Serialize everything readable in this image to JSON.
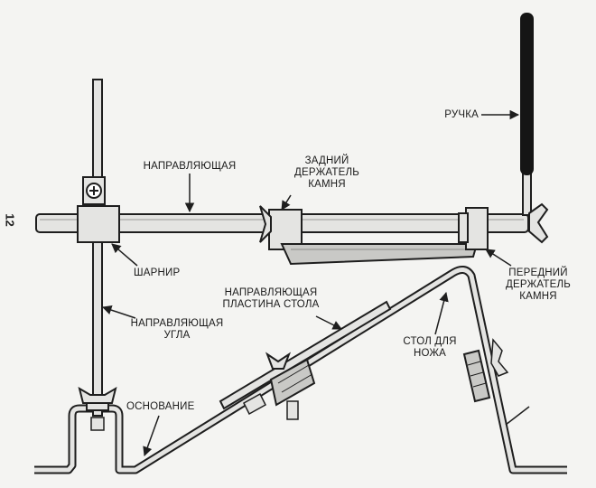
{
  "page_number": "12",
  "labels": {
    "handle": "РУЧКА",
    "guide": "НАПРАВЛЯЮЩАЯ",
    "rear_holder": [
      "ЗАДНИЙ",
      "ДЕРЖАТЕЛЬ",
      "КАМНЯ"
    ],
    "hinge": "ШАРНИР",
    "table_guide_plate": [
      "НАПРАВЛЯЮЩАЯ",
      "ПЛАСТИНА СТОЛА"
    ],
    "front_holder": [
      "ПЕРЕДНИЙ",
      "ДЕРЖАТЕЛЬ",
      "КАМНЯ"
    ],
    "angle_guide": [
      "НАПРАВЛЯЮЩАЯ",
      "УГЛА"
    ],
    "knife_table": [
      "СТОЛ ДЛЯ",
      "НОЖА"
    ],
    "base": "ОСНОВАНИЕ"
  },
  "colors": {
    "line": "#1e1e1e",
    "metal": "#e4e4e2",
    "stone": "#c9c9c6",
    "handle": "#151515",
    "background": "#f4f4f2"
  }
}
